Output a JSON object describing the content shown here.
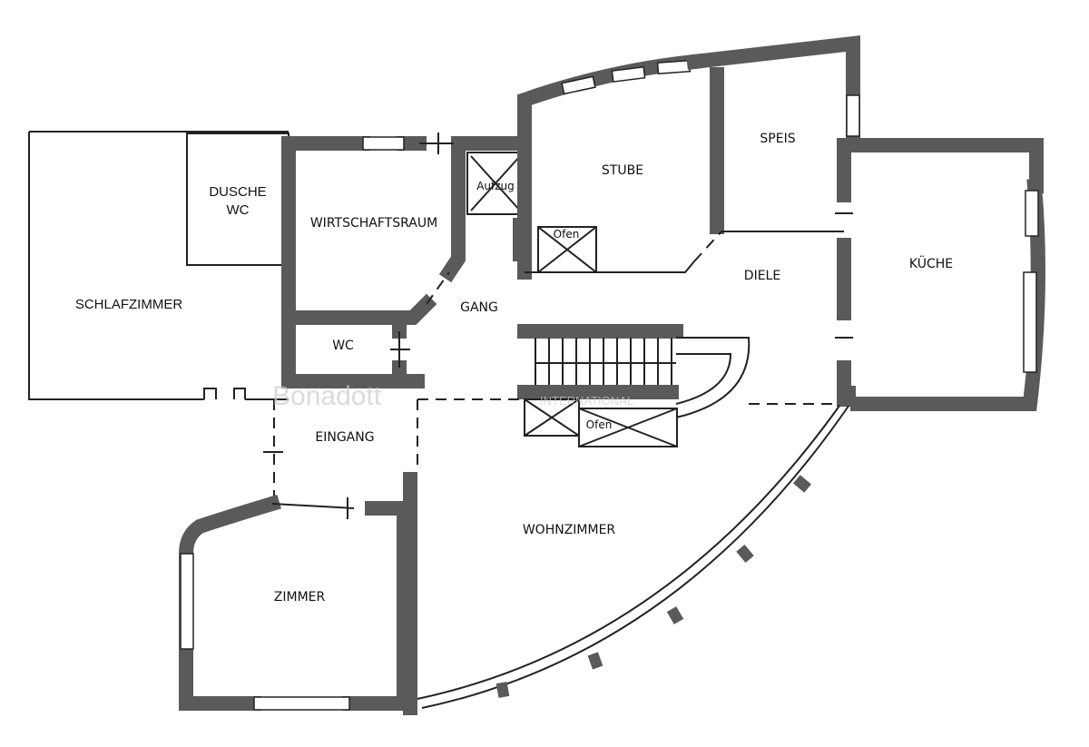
{
  "plan": {
    "rooms": {
      "schlafzimmer": "SCHLAFZIMMER",
      "dusche": "DUSCHE",
      "dusche_wc": "WC",
      "wirtschaftsraum": "WIRTSCHAFTSRAUM",
      "wc": "WC",
      "gang": "GANG",
      "eingang": "EINGANG",
      "zimmer": "ZIMMER",
      "wohnzimmer": "WOHNZIMMER",
      "stube": "STUBE",
      "speis": "SPEIS",
      "diele": "DIELE",
      "kueche": "KÜCHE"
    },
    "fixtures": {
      "aufzug": "Aufzug",
      "ofen_stube": "Ofen",
      "ofen_wohnzimmer": "Ofen"
    }
  },
  "watermark": {
    "brand": "Bonadott",
    "sub": "INTERNATIONAL"
  },
  "colors": {
    "wall": "#5a5a5a",
    "line": "#222222"
  }
}
